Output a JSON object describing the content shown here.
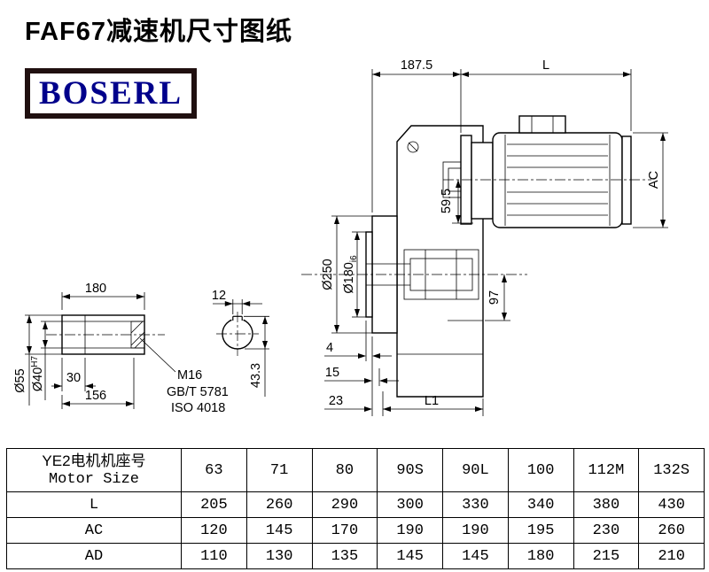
{
  "page": {
    "title": "FAF67减速机尺寸图纸",
    "brand": "BOSERL"
  },
  "drawing": {
    "dim_187_5": "187.5",
    "dim_L": "L",
    "dim_AC": "AC",
    "dia_250": "Ø250",
    "dia_180": "Ø180",
    "dia_180_tol": "i6",
    "dim_59_5": "59.5",
    "dim_97": "97",
    "dim_4": "4",
    "dim_15": "15",
    "dim_23": "23",
    "dim_L1": "L1",
    "shaft_len": "180",
    "key_width": "12",
    "dia_55": "Ø55",
    "dia_40": "Ø40",
    "dia_40_tol": "H7",
    "dim_30": "30",
    "dim_156": "156",
    "thread": "M16",
    "std_gb": "GB/T 5781",
    "std_iso": "ISO 4018",
    "key_depth": "43.3"
  },
  "table": {
    "header_line1": "YE2电机机座号",
    "header_line2": "Motor Size",
    "sizes": [
      "63",
      "71",
      "80",
      "90S",
      "90L",
      "100",
      "112M",
      "132S"
    ],
    "rows": [
      {
        "label": "L",
        "values": [
          "205",
          "260",
          "290",
          "300",
          "330",
          "340",
          "380",
          "430"
        ]
      },
      {
        "label": "AC",
        "values": [
          "120",
          "145",
          "170",
          "190",
          "190",
          "195",
          "230",
          "260"
        ]
      },
      {
        "label": "AD",
        "values": [
          "110",
          "130",
          "135",
          "145",
          "145",
          "180",
          "215",
          "210"
        ]
      }
    ]
  }
}
